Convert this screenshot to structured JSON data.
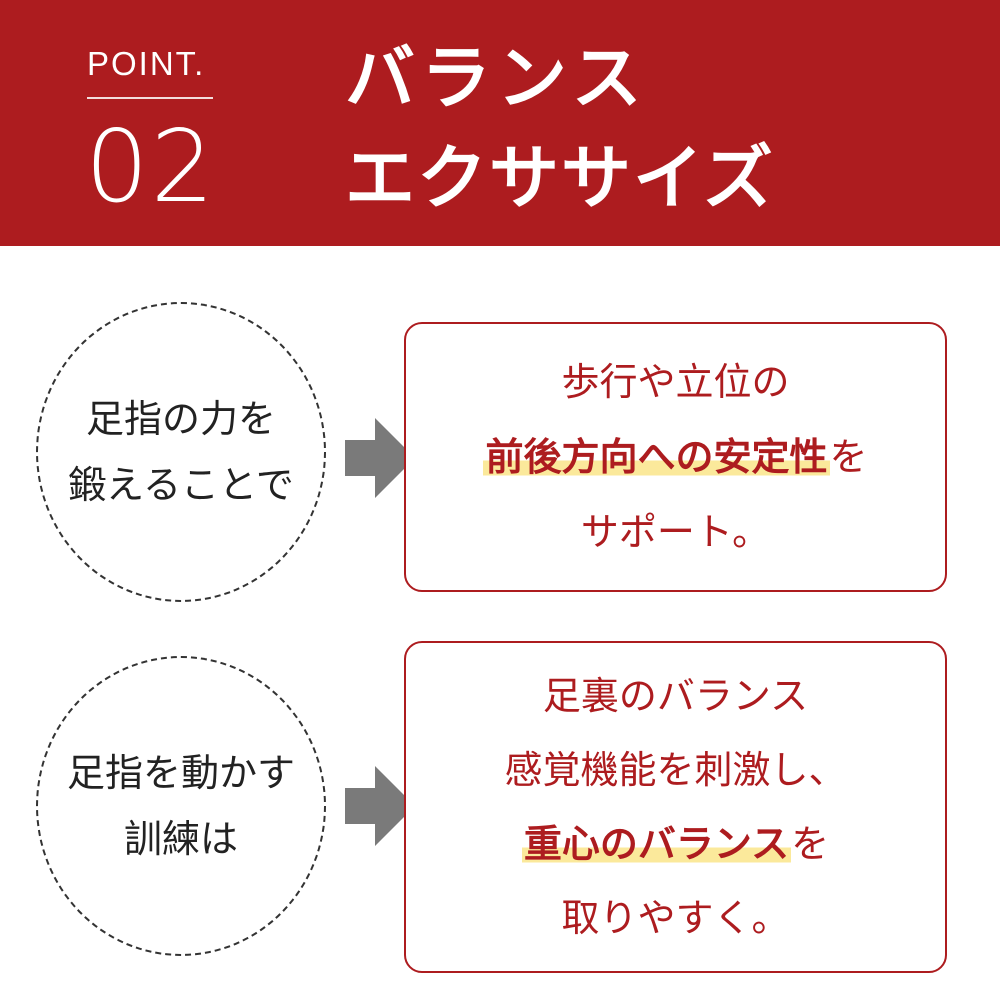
{
  "header": {
    "point_label": "POINT.",
    "point_number": "02",
    "title_line1": "バランス",
    "title_line2": "エクササイズ"
  },
  "rows": [
    {
      "circle_lines": [
        "足指の力を",
        "鍛えることで"
      ],
      "box": {
        "line1": "歩行や立位の",
        "line2_highlight": "前後方向への安定性",
        "line2_rest": "を",
        "line3": "サポート。"
      }
    },
    {
      "circle_lines": [
        "足指を動かす",
        "訓練は"
      ],
      "box": {
        "line1": "足裏のバランス",
        "line2": "感覚機能を刺激し、",
        "line3_highlight": "重心のバランス",
        "line3_rest": "を",
        "line4": "取りやすく。"
      }
    }
  ],
  "colors": {
    "brand_red": "#ad1c1f",
    "highlight_yellow": "#fbe99b",
    "arrow_gray": "#7a7a7a",
    "text_dark": "#222222"
  },
  "icons": {
    "arrow": "arrow-right-icon"
  }
}
